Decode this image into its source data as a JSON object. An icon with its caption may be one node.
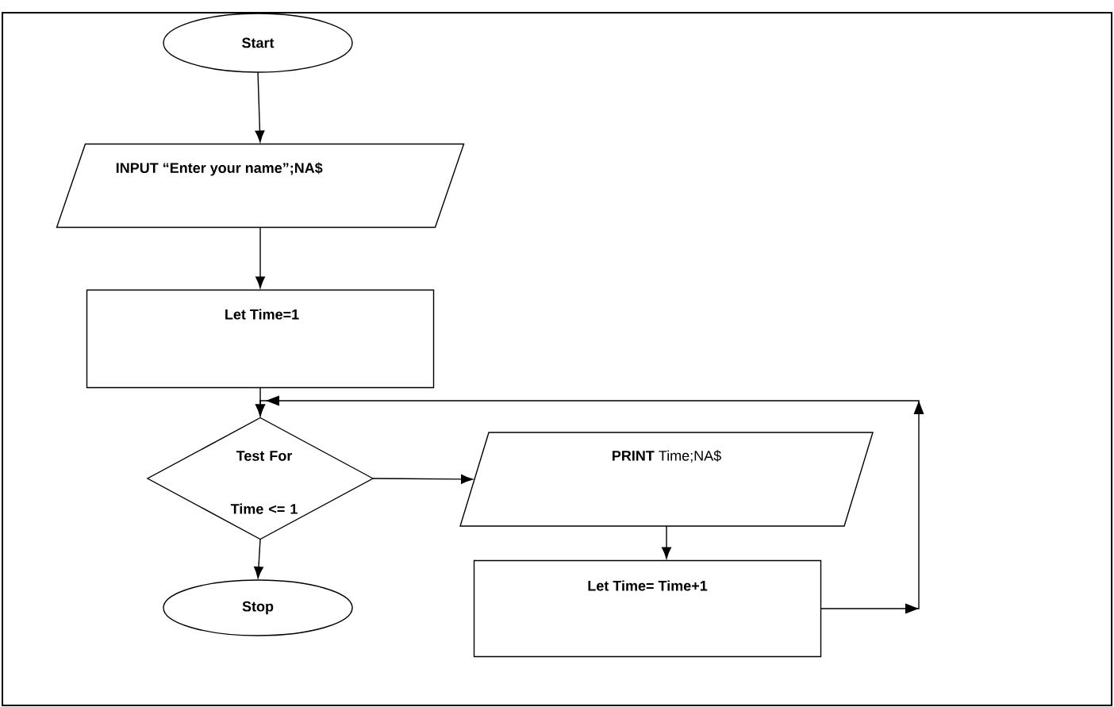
{
  "diagram": {
    "nodes": [
      {
        "text": [
          "Start"
        ]
      },
      {
        "text": [
          "INPUT “Enter your name”;NA$"
        ]
      },
      {
        "text": [
          "Let Time=1"
        ]
      },
      {
        "text": [
          "Test For Time <= 1"
        ]
      },
      {
        "text": [
          "**PRINT** Time;NA$"
        ]
      },
      {
        "text": [
          "Let Time= Time+1"
        ]
      },
      {
        "text": [
          "Stop"
        ]
      }
    ],
    "edges": [
      {
        "from": 0,
        "to": 1,
        "arrow": "to"
      },
      {
        "from": 1,
        "to": 2,
        "arrow": "to"
      },
      {
        "from": 2,
        "to": 3,
        "arrow": "to"
      },
      {
        "from": 3,
        "to": 4,
        "arrow": "to"
      },
      {
        "from": 4,
        "to": 5,
        "arrow": "to"
      },
      {
        "from": 5,
        "to": 3,
        "arrow": "to"
      },
      {
        "from": 3,
        "to": 6,
        "arrow": "to"
      }
    ]
  }
}
